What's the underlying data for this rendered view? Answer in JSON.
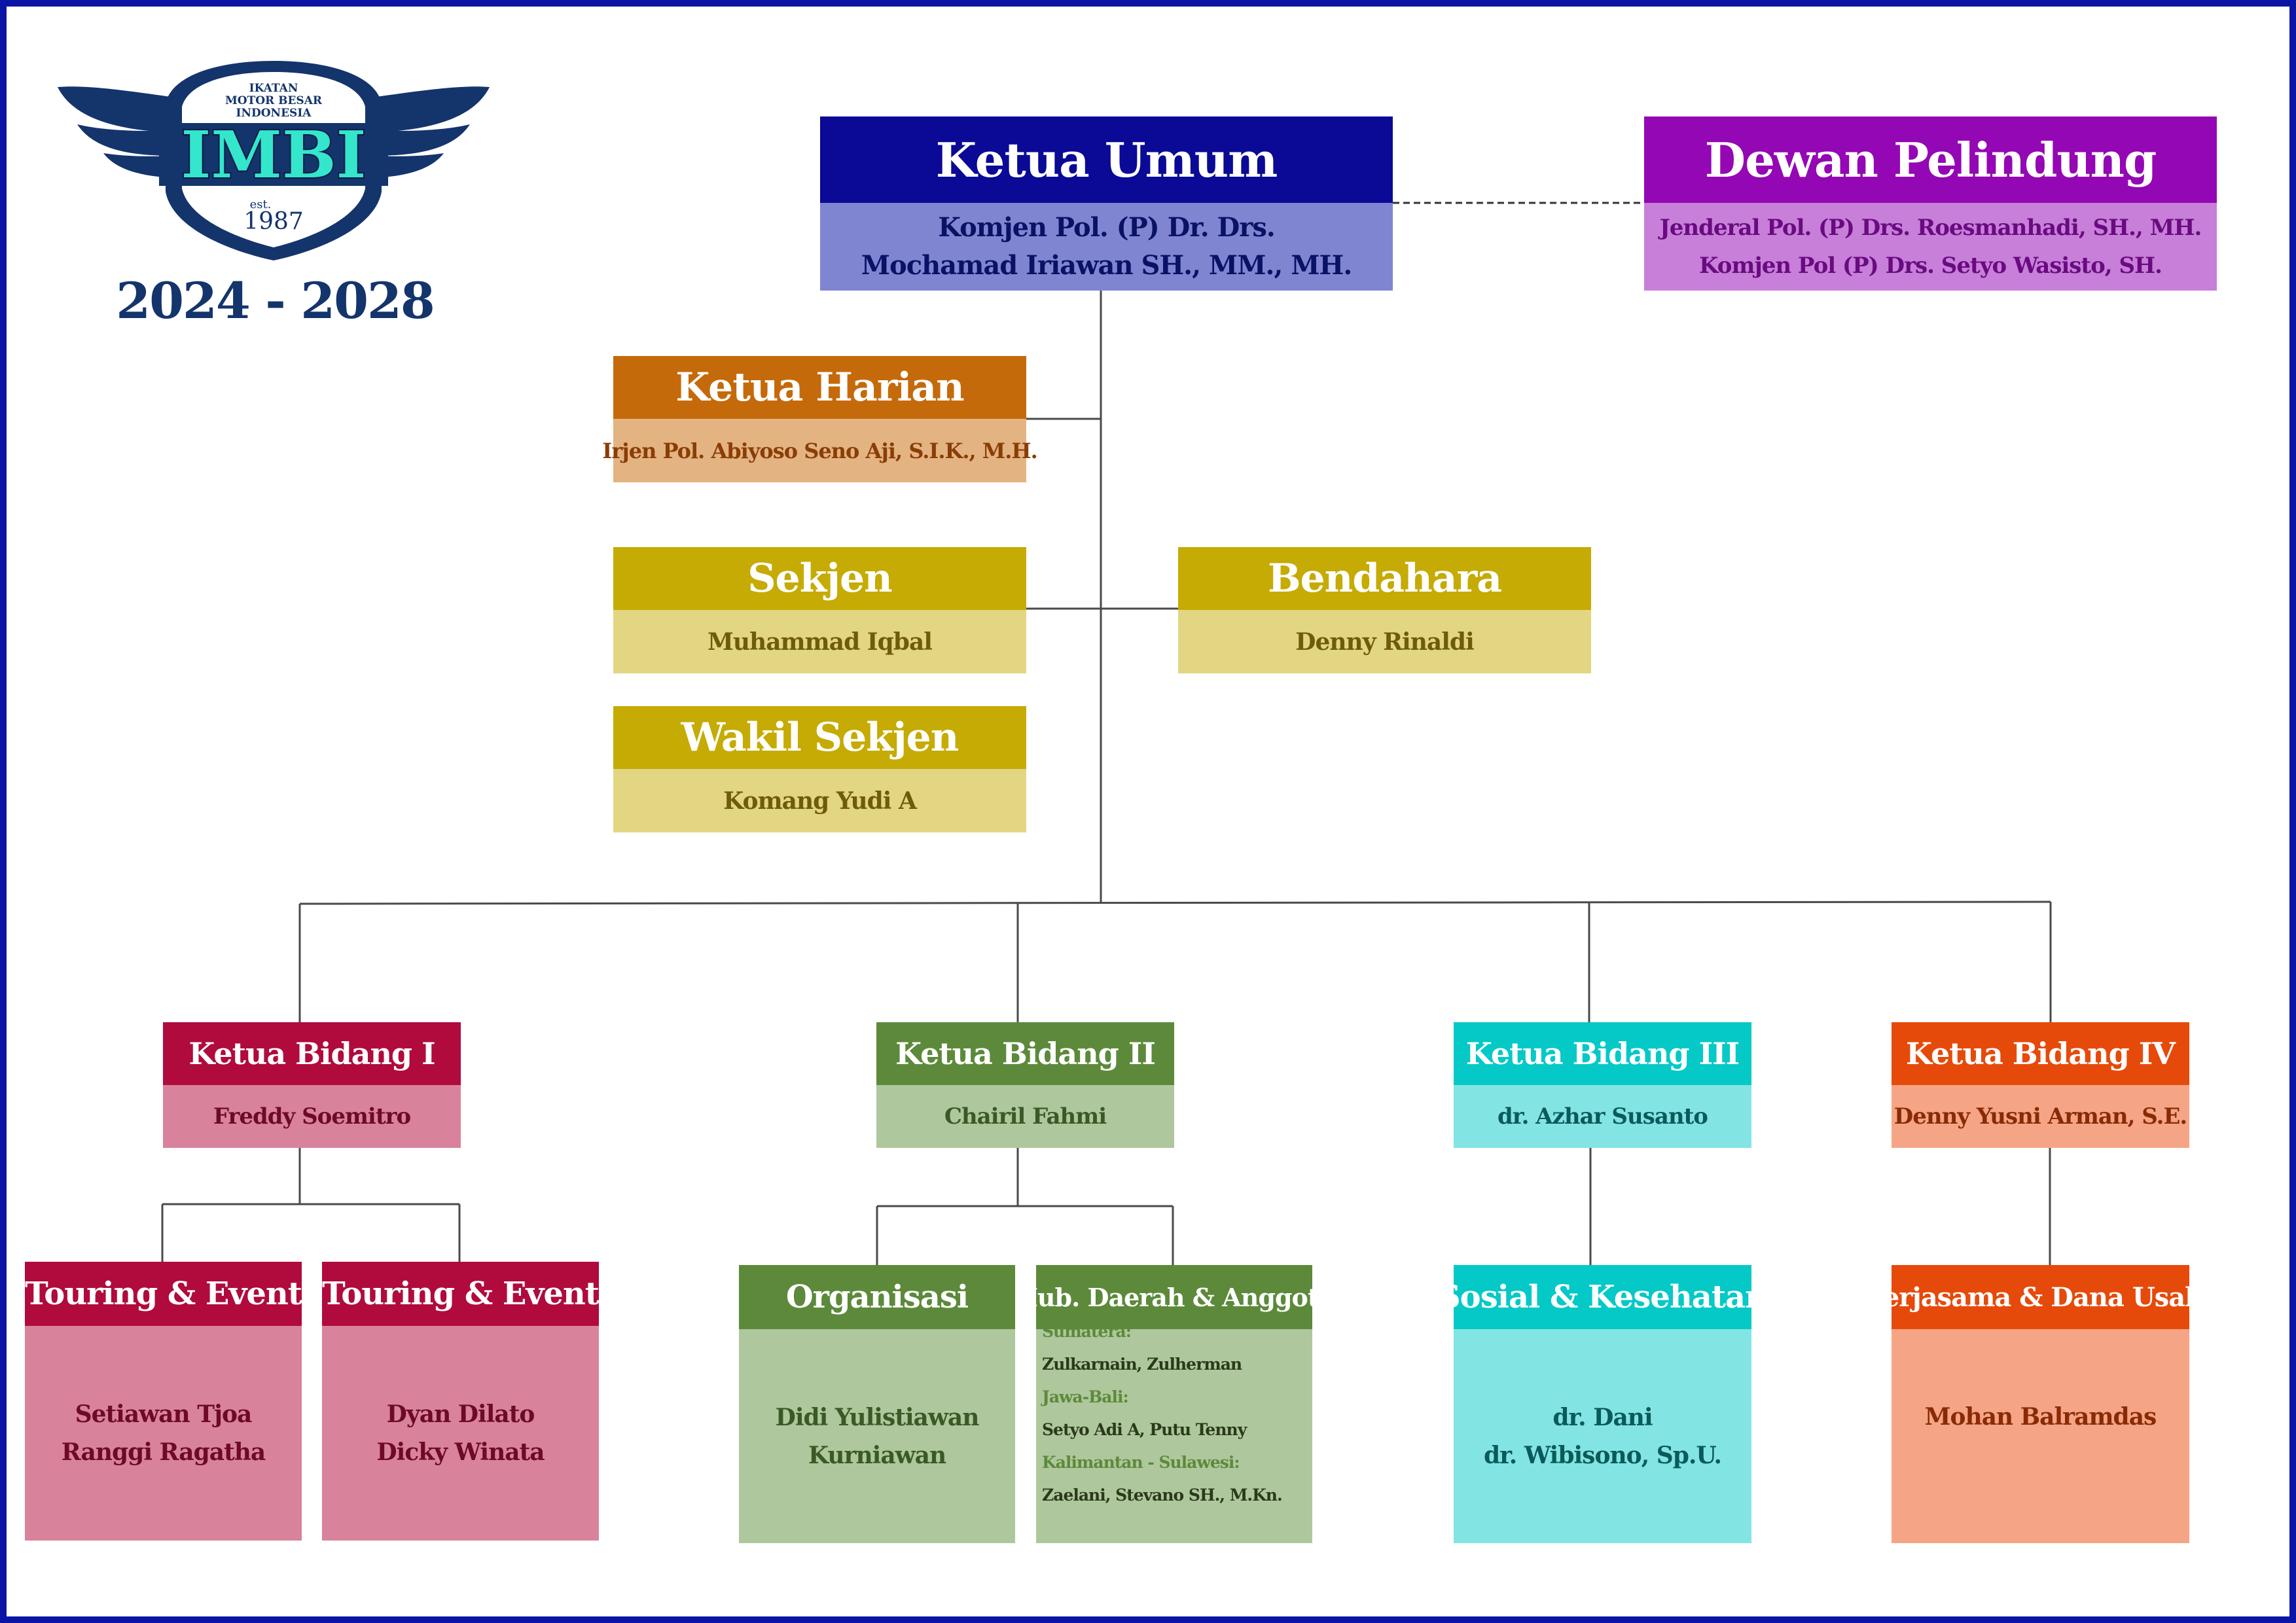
{
  "organization": {
    "logo_top_text": [
      "IKATAN",
      "MOTOR BESAR",
      "INDONESIA"
    ],
    "logo_text": "IMBI",
    "logo_est_label": "est.",
    "logo_est_year": "1987",
    "period": "2024 - 2028"
  },
  "ketua_umum": {
    "title": "Ketua Umum",
    "names": [
      "Komjen Pol. (P) Dr. Drs.",
      "Mochamad Iriawan SH., MM., MH."
    ]
  },
  "dewan_pelindung": {
    "title": "Dewan Pelindung",
    "names": [
      "Jenderal Pol. (P) Drs. Roesmanhadi, SH., MH.",
      "Komjen Pol (P) Drs. Setyo Wasisto, SH."
    ]
  },
  "ketua_harian": {
    "title": "Ketua Harian",
    "names": [
      "Irjen Pol. Abiyoso Seno Aji, S.I.K., M.H."
    ]
  },
  "sekjen": {
    "title": "Sekjen",
    "names": [
      "Muhammad Iqbal"
    ]
  },
  "bendahara": {
    "title": "Bendahara",
    "names": [
      "Denny Rinaldi"
    ]
  },
  "wakil_sekjen": {
    "title": "Wakil Sekjen",
    "names": [
      "Komang Yudi A"
    ]
  },
  "bidang": [
    {
      "title": "Ketua Bidang I",
      "names": [
        "Freddy Soemitro"
      ]
    },
    {
      "title": "Ketua Bidang II",
      "names": [
        "Chairil Fahmi"
      ]
    },
    {
      "title": "Ketua Bidang III",
      "names": [
        "dr. Azhar Susanto"
      ]
    },
    {
      "title": "Ketua Bidang IV",
      "names": [
        "Denny Yusni Arman, S.E."
      ]
    }
  ],
  "divisions": [
    {
      "title": "Touring & Event",
      "names": [
        "Setiawan Tjoa",
        "Ranggi Ragatha"
      ]
    },
    {
      "title": "Touring & Event",
      "names": [
        "Dyan Dilato",
        "Dicky Winata"
      ]
    },
    {
      "title": "Organisasi",
      "names": [
        "Didi Yulistiawan",
        "Kurniawan"
      ]
    },
    {
      "title": "Hub. Daerah & Anggota",
      "regions": [
        {
          "region": "Sumatera:",
          "names": "Zulkarnain, Zulherman"
        },
        {
          "region": "Jawa-Bali:",
          "names": "Setyo Adi A, Putu Tenny"
        },
        {
          "region": "Kalimantan - Sulawesi:",
          "names": "Zaelani, Stevano SH., M.Kn."
        }
      ]
    },
    {
      "title": "Sosial & Kesehatan",
      "names": [
        "dr. Dani",
        "dr. Wibisono, Sp.U."
      ]
    },
    {
      "title": "Kerjasama & Dana Usaha",
      "names": [
        "Mohan Balramdas"
      ]
    }
  ],
  "colors": {
    "frame": "#0a15a6",
    "ketua_umum": [
      "#0a0a96",
      "#8085d2"
    ],
    "dewan_pelindung": [
      "#9407b4",
      "#c77fd9"
    ],
    "ketua_harian": [
      "#c56a0a",
      "#e3b382"
    ],
    "sekretariat": [
      "#c5ab03",
      "#e3d682"
    ],
    "bidang_1": [
      "#b00b3c",
      "#d9829c"
    ],
    "bidang_2": [
      "#5c8a3a",
      "#afc79d"
    ],
    "bidang_3": [
      "#05c9c7",
      "#82e5e3"
    ],
    "bidang_4": [
      "#e64a0a",
      "#f5a585"
    ]
  }
}
